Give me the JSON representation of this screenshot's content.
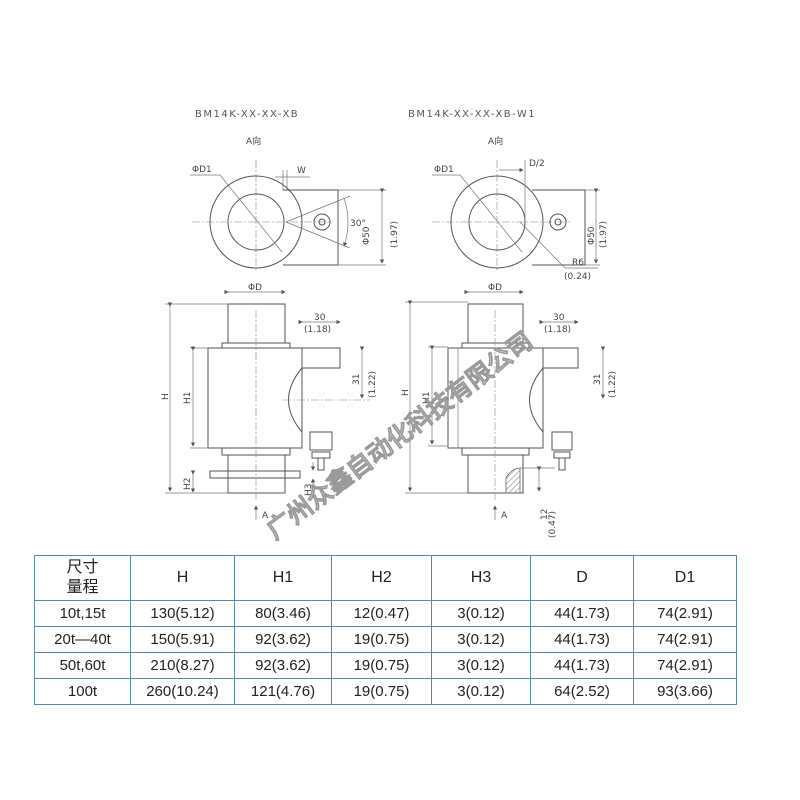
{
  "drawing": {
    "left": {
      "model": "BM14K-XX-XX-XB",
      "view_label": "A向",
      "d1_label": "ΦD1",
      "w_label": "W",
      "angle_label": "30°",
      "width_label": "Φ50",
      "width_inch": "(1.97)",
      "d_label": "ΦD",
      "conn_width": "30",
      "conn_width_inch": "(1.18)",
      "conn_height": "31",
      "conn_height_inch": "(1.22)",
      "h_label": "H",
      "h1_label": "H1",
      "h2_label": "H2",
      "h3_label": "H3",
      "arrow_label": "A"
    },
    "right": {
      "model": "BM14K-XX-XX-XB-W1",
      "view_label": "A向",
      "d1_label": "ΦD1",
      "half_d_label": "D/2",
      "width_label": "Φ50",
      "width_inch": "(1.97)",
      "radius_label": "R6",
      "radius_inch": "(0.24)",
      "d_label": "ΦD",
      "conn_width": "30",
      "conn_width_inch": "(1.18)",
      "conn_height": "31",
      "conn_height_inch": "(1.22)",
      "h_label": "H",
      "h1_label": "H1",
      "foot_label": "12",
      "foot_inch": "(0.47)",
      "arrow_label": "A"
    },
    "watermark": "广州众鑫自动化科技有限公司"
  },
  "table": {
    "corner_top": "尺寸",
    "corner_bottom": "量程",
    "headers": [
      "H",
      "H1",
      "H2",
      "H3",
      "D",
      "D1"
    ],
    "rows": [
      {
        "range": "10t,15t",
        "values": [
          "130(5.12)",
          "80(3.46)",
          "12(0.47)",
          "3(0.12)",
          "44(1.73)",
          "74(2.91)"
        ]
      },
      {
        "range": "20t—40t",
        "values": [
          "150(5.91)",
          "92(3.62)",
          "19(0.75)",
          "3(0.12)",
          "44(1.73)",
          "74(2.91)"
        ]
      },
      {
        "range": "50t,60t",
        "values": [
          "210(8.27)",
          "92(3.62)",
          "19(0.75)",
          "3(0.12)",
          "44(1.73)",
          "74(2.91)"
        ]
      },
      {
        "range": "100t",
        "values": [
          "260(10.24)",
          "121(4.76)",
          "19(0.75)",
          "3(0.12)",
          "64(2.52)",
          "93(3.66)"
        ]
      }
    ]
  }
}
